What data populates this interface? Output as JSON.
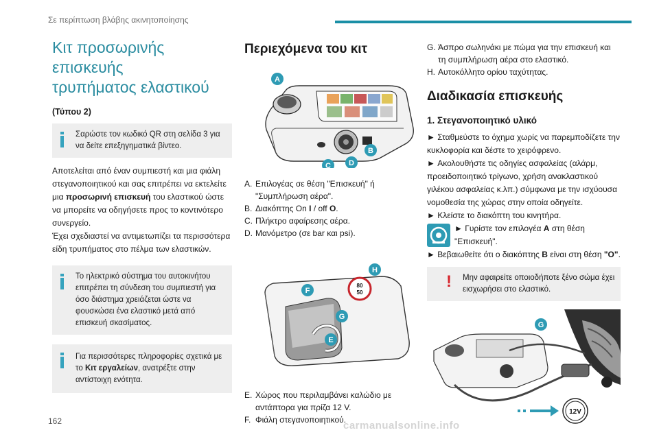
{
  "header": {
    "section": "Σε περίπτωση βλάβης ακινητοποίησης",
    "accent_color": "#1a8fa6"
  },
  "page_number": "162",
  "watermark": "carmanualsonline.info",
  "left": {
    "title_line1": "Κιτ προσωρινής επισκευής",
    "title_line2": "τρυπήματος ελαστικού",
    "subtitle": "(Τύπου 2)",
    "info1": "Σαρώστε τον κωδικό QR στη σελίδα 3 για να δείτε επεξηγηματικά βίντεο.",
    "para1_a": "Αποτελείται από έναν συμπιεστή και μια φιάλη στεγανοποιητικού και σας επιτρέπει να εκτελείτε μια ",
    "para1_bold": "προσωρινή επισκευή",
    "para1_b": " του ελαστικού ώστε να μπορείτε να οδηγήσετε προς το κοντινότερο συνεργείο.",
    "para2": "Έχει σχεδιαστεί να αντιμετωπίζει τα περισσότερα είδη τρυπήματος στο πέλμα των ελαστικών.",
    "info2": "Το ηλεκτρικό σύστημα του αυτοκινήτου επιτρέπει τη σύνδεση του συμπιεστή για όσο διάστημα χρειάζεται ώστε να φουσκώσει ένα ελαστικό μετά από επισκευή σκασίματος.",
    "info3_a": "Για περισσότερες πληροφορίες σχετικά με το ",
    "info3_bold": "Κιτ εργαλείων",
    "info3_b": ", ανατρέξτε στην αντίστοιχη ενότητα."
  },
  "middle": {
    "title": "Περιεχόμενα του κιτ",
    "figure1_labels": [
      "A",
      "B",
      "C",
      "D"
    ],
    "legend1": [
      {
        "letter": "A.",
        "text": "Επιλογέας σε θέση \"Επισκευή\" ή \"Συμπλήρωση αέρα\"."
      },
      {
        "letter": "B.",
        "text_a": "Διακόπτης On ",
        "bold1": "I",
        "text_b": " / off ",
        "bold2": "O",
        "text_c": "."
      },
      {
        "letter": "C.",
        "text": "Πλήκτρο αφαίρεσης αέρα."
      },
      {
        "letter": "D.",
        "text": "Μανόμετρο (σε bar και psi)."
      }
    ],
    "figure2_labels": [
      "F",
      "H",
      "G",
      "E"
    ],
    "speed_sign": [
      "80",
      "50"
    ],
    "legend2": [
      {
        "letter": "E.",
        "text": "Χώρος που περιλαμβάνει καλώδιο με αντάπτορα για πρίζα 12 V."
      },
      {
        "letter": "F.",
        "text": "Φιάλη στεγανοποιητικού."
      }
    ]
  },
  "right": {
    "legend": [
      {
        "letter": "G.",
        "text": "Άσπρο σωληνάκι με πώμα για την επισκευή και τη συμπλήρωση αέρα στο ελαστικό."
      },
      {
        "letter": "H.",
        "text": "Αυτοκόλλητο ορίου ταχύτητας."
      }
    ],
    "title": "Διαδικασία επισκευής",
    "step_title": "1. Στεγανοποιητικό υλικό",
    "arrow": "►",
    "steps": [
      "Σταθμεύστε το όχημα χωρίς να παρεμποδίζετε την κυκλοφορία και δέστε το χειρόφρενο.",
      "Ακολουθήστε τις οδηγίες ασφαλείας (αλάρμ, προειδοποιητικό τρίγωνο, χρήση ανακλαστικού γιλέκου ασφαλείας κ.λπ.) σύμφωνα με την ισχύουσα νομοθεσία της χώρας στην οποία οδηγείτε.",
      "Κλείστε το διακόπτη του κινητήρα."
    ],
    "step_icon_a": "Γυρίστε τον επιλογέα ",
    "step_icon_bold": "A",
    "step_icon_b": " στη θέση \"Επισκευή\".",
    "step_last_a": "Βεβαιωθείτε ότι ο διακόπτης ",
    "step_last_bold1": "B",
    "step_last_b": " είναι στη θέση ",
    "step_last_bold2": "\"O\"",
    "step_last_c": ".",
    "warning_mark": "!",
    "warning": "Μην αφαιρείτε οποιοδήποτε ξένο σώμα έχει εισχωρήσει στο ελαστικό.",
    "figure3_label": "G",
    "plug_label": "12V"
  }
}
